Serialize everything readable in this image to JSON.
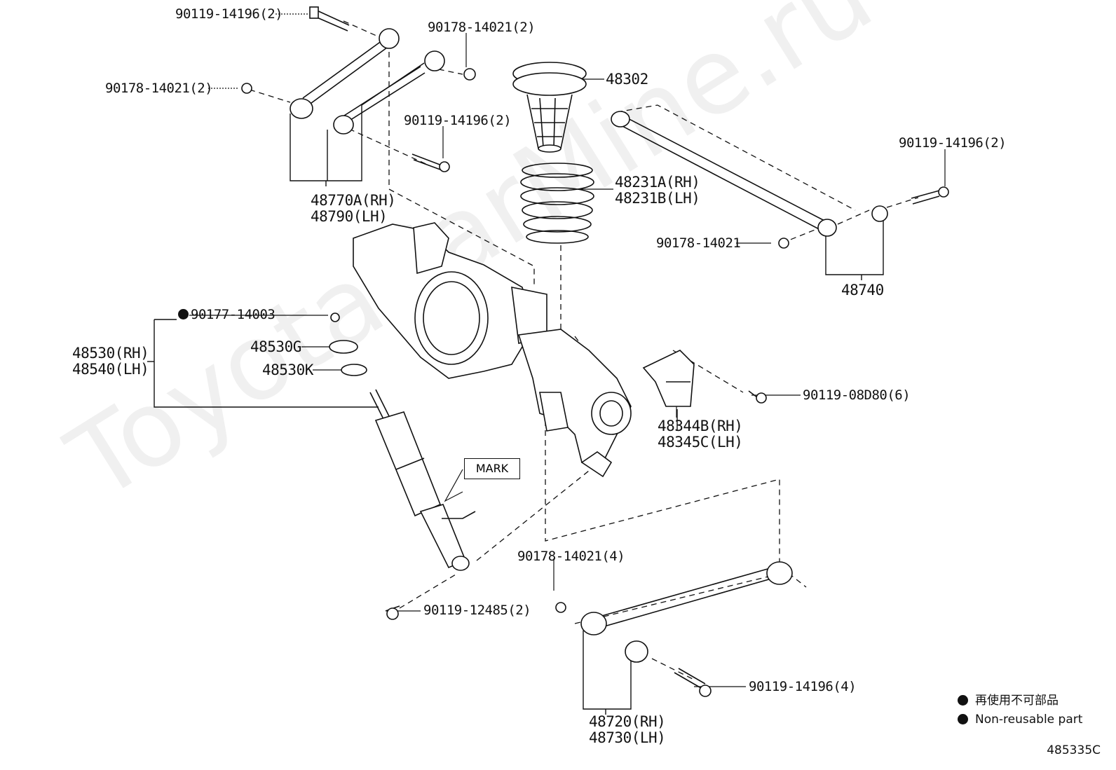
{
  "watermark": "ToyotaCarMine.ru",
  "diagram_code": "485335C",
  "mark_label": "MARK",
  "labels": {
    "bolt_upper_left": "90119-14196(2)",
    "nut_upper_right": "90178-14021(2)",
    "nut_upper_left": "90178-14021(2)",
    "bolt_upper_mid": "90119-14196(2)",
    "arm_upper_rh": "48770A(RH)",
    "arm_upper_lh": "48790(LH)",
    "bumper": "48302",
    "spring_rh": "48231A(RH)",
    "spring_lh": "48231B(LH)",
    "bolt_lateral": "90119-14196(2)",
    "nut_lateral": "90178-14021",
    "lateral_rod": "48740",
    "nut_shock_top": "90177-14003",
    "shock_rh": "48530(RH)",
    "shock_lh": "48540(LH)",
    "cushion_g": "48530G",
    "cushion_k": "48530K",
    "bolt_bracket": "90119-08D80(6)",
    "bracket_rh": "48344B(RH)",
    "bracket_lh": "48345C(LH)",
    "nut_lower": "90178-14021(4)",
    "bolt_shock_lower": "90119-12485(2)",
    "bolt_lower": "90119-14196(4)",
    "arm_lower_rh": "48720(RH)",
    "arm_lower_lh": "48730(LH)"
  },
  "legend": {
    "jp": "再使用不可部品",
    "en": "Non-reusable part"
  }
}
